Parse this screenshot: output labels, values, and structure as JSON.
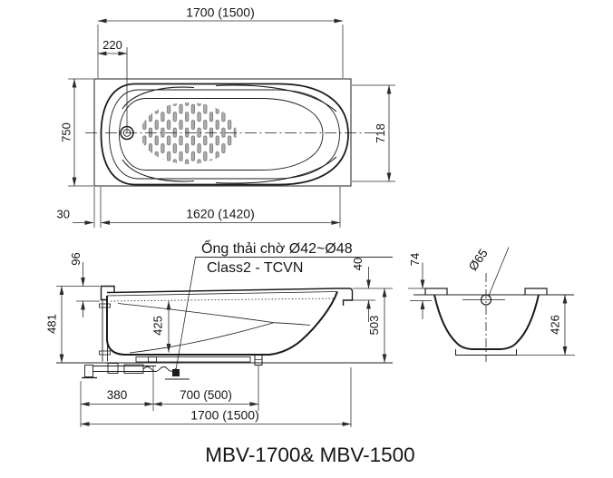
{
  "title": "MBV-1700& MBV-1500",
  "callout": {
    "line1": "Ống thải chờ Ø42~Ø48",
    "line2": "Class2 - TCVN"
  },
  "top_view": {
    "label": "plan-view",
    "dims": {
      "overall_length": "1700 (1500)",
      "drain_offset": "220",
      "overall_width": "750",
      "inner_width": "718",
      "edge_gap": "30",
      "rim_length": "1620 (1420)"
    }
  },
  "side_view": {
    "label": "side-elevation",
    "dims": {
      "rim_edge": "96",
      "height_left": "481",
      "inner_depth": "425",
      "lip_drop": "40",
      "height_right": "503",
      "pipe_offset": "380",
      "drain_span": "700 (500)",
      "overall_length": "1700 (1500)"
    }
  },
  "end_view": {
    "label": "end-section",
    "dims": {
      "rim_to_overflow": "74",
      "overflow_diameter": "Ø65",
      "inner_height": "426"
    }
  },
  "colors": {
    "line": "#1c1c1c",
    "dimension": "#2b2b2b",
    "background": "#ffffff",
    "antislip": "#adadad"
  }
}
